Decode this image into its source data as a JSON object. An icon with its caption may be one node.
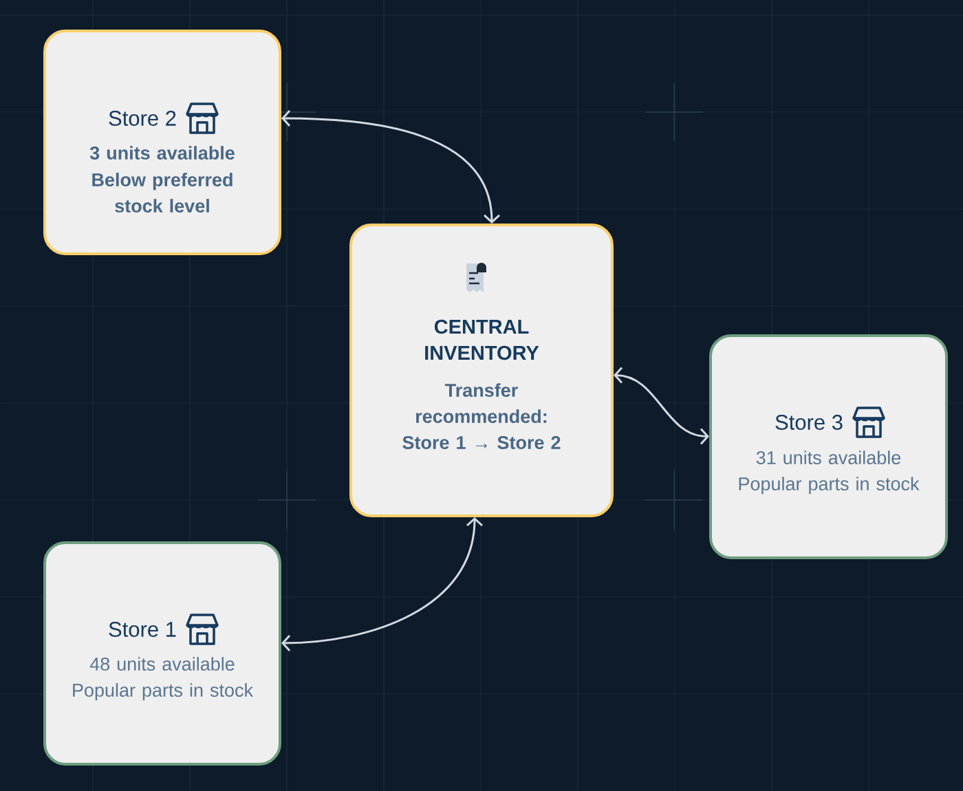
{
  "diagram": {
    "nodes": [
      {
        "text": [
          "Store 2",
          "3 units available",
          "Below preferred stock level"
        ]
      },
      {
        "text": [
          "CENTRAL INVENTORY",
          "Transfer recommended: Store 1 → Store 2"
        ]
      },
      {
        "text": [
          "Store 3",
          "31 units available",
          "Popular parts in stock"
        ]
      },
      {
        "text": [
          "Store 1",
          "48 units available",
          "Popular parts in stock"
        ]
      }
    ],
    "edges": [
      {
        "from": 0,
        "to": 1,
        "arrow": "both"
      },
      {
        "from": 1,
        "to": 2,
        "arrow": "both"
      },
      {
        "from": 1,
        "to": 3,
        "arrow": "both"
      }
    ]
  }
}
